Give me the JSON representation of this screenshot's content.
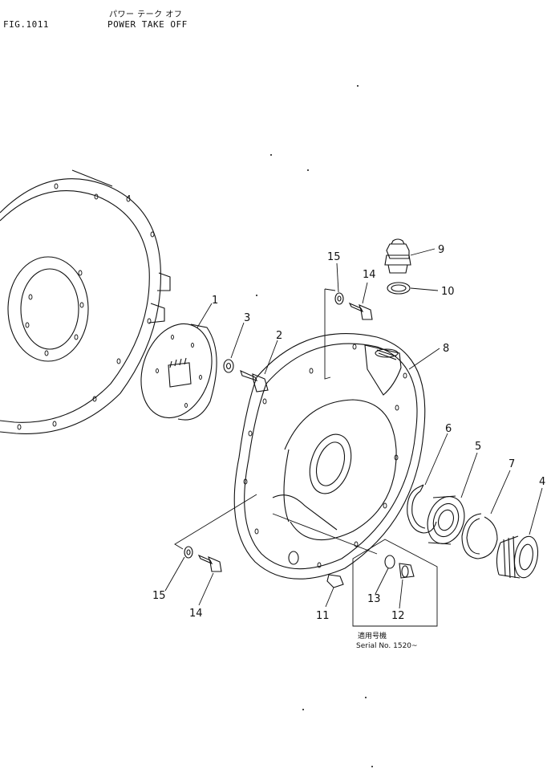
{
  "header": {
    "fig_label": "FIG.1011",
    "title_jp": "パワー テーク オフ",
    "title_en": "POWER TAKE OFF"
  },
  "callouts": [
    "1",
    "2",
    "3",
    "4",
    "5",
    "6",
    "7",
    "8",
    "9",
    "10",
    "11",
    "12",
    "13",
    "14",
    "15"
  ],
  "serial_note": {
    "line1": "適用号機",
    "line2": "Serial No. 1520~"
  },
  "colors": {
    "ink": "#111111",
    "paper": "#ffffff"
  }
}
